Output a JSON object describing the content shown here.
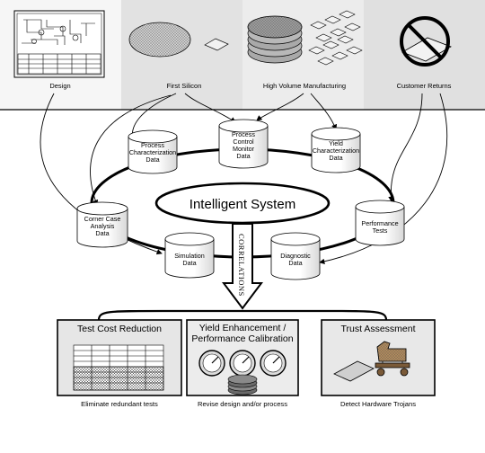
{
  "stages": [
    "Design",
    "First Silicon",
    "High Volume Manufacturing",
    "Customer Returns"
  ],
  "central": "Intelligent System",
  "databases": {
    "process_char": [
      "Process",
      "Characterization",
      "Data"
    ],
    "process_control": [
      "Process",
      "Control",
      "Monitor",
      "Data"
    ],
    "yield_char": [
      "Yield",
      "Characterization",
      "Data"
    ],
    "corner_case": [
      "Corner Case",
      "Analysis",
      "Data"
    ],
    "performance": [
      "Performance",
      "Tests"
    ],
    "simulation": [
      "Simulation",
      "Data"
    ],
    "diagnostic": [
      "Diagnostic",
      "Data"
    ]
  },
  "arrow_label": "CORRELATIONS",
  "outcomes": [
    {
      "title": [
        "Test Cost Reduction"
      ],
      "caption": "Eliminate redundant tests"
    },
    {
      "title": [
        "Yield Enhancement /",
        "Performance Calibration"
      ],
      "caption": "Revise design and/or process"
    },
    {
      "title": [
        "Trust Assessment"
      ],
      "caption": "Detect Hardware Trojans"
    }
  ],
  "colors": {
    "panel_gray": "#e4e4e4",
    "panel_light": "#f4f4f4",
    "stroke": "#000000"
  }
}
